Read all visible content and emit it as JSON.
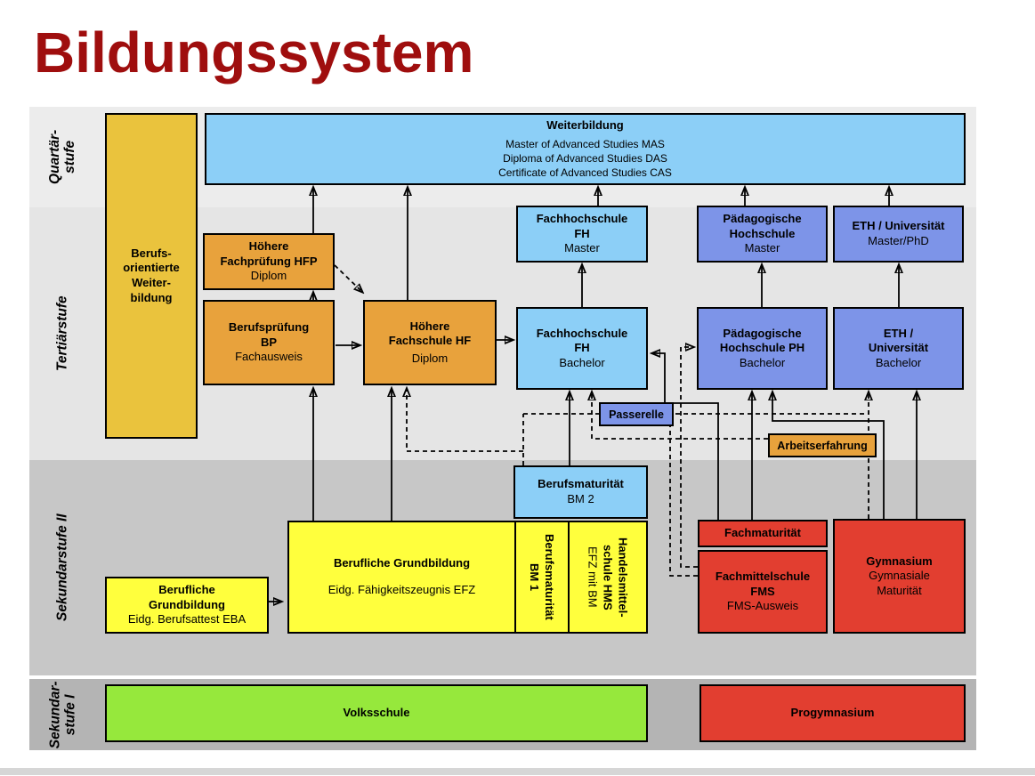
{
  "title": "Bildungssystem",
  "bands": {
    "quartaer": {
      "label_lines": [
        "Quartär-",
        "stufe"
      ]
    },
    "tertiaer": {
      "label_lines": [
        "Tertiärstufe"
      ]
    },
    "sek2": {
      "label_lines": [
        "Sekundarstufe II"
      ]
    },
    "sek1": {
      "label_lines": [
        "Sekundar-",
        "stufe I"
      ]
    }
  },
  "boxes": {
    "weiterbildung": {
      "title": "Weiterbildung",
      "lines": [
        "Master of Advanced Studies MAS",
        "Diploma of Advanced Studies DAS",
        "Certificate of Advanced Studies CAS"
      ]
    },
    "berufsorientierte_weiterbildung": {
      "lines": [
        "Berufs-",
        "orientierte",
        "Weiter-",
        "bildung"
      ]
    },
    "hfp": {
      "title_lines": [
        "Höhere",
        "Fachprüfung HFP"
      ],
      "subtitle": "Diplom"
    },
    "bp": {
      "title_lines": [
        "Berufsprüfung",
        "BP"
      ],
      "subtitle": "Fachausweis"
    },
    "hf": {
      "title_lines": [
        "Höhere",
        "Fachschule HF"
      ],
      "subtitle": "Diplom"
    },
    "fh_master": {
      "title_lines": [
        "Fachhochschule",
        "FH"
      ],
      "subtitle": "Master"
    },
    "fh_bachelor": {
      "title_lines": [
        "Fachhochschule",
        "FH"
      ],
      "subtitle": "Bachelor"
    },
    "ph_master": {
      "title_lines": [
        "Pädagogische",
        "Hochschule"
      ],
      "subtitle": "Master"
    },
    "ph_bachelor": {
      "title_lines": [
        "Pädagogische",
        "Hochschule PH"
      ],
      "subtitle": "Bachelor"
    },
    "eth_master": {
      "title_lines": [
        "ETH / Universität"
      ],
      "subtitle": "Master/PhD"
    },
    "eth_bachelor": {
      "title_lines": [
        "ETH /",
        "Universität"
      ],
      "subtitle": "Bachelor"
    },
    "passerelle": {
      "title": "Passerelle"
    },
    "arbeitserfahrung": {
      "title": "Arbeitserfahrung"
    },
    "bm2": {
      "title": "Berufsmaturität",
      "subtitle": "BM 2"
    },
    "efz": {
      "title": "Berufliche Grundbildung",
      "subtitle": "Eidg. Fähigkeitszeugnis EFZ"
    },
    "bm1_column": {
      "title_lines": [
        "Berufsmaturität",
        "BM 1"
      ]
    },
    "hms_column": {
      "title_lines": [
        "Handelsmittel-",
        "schule HMS"
      ],
      "subtitle": "EFZ mit BM"
    },
    "eba": {
      "title_lines": [
        "Berufliche",
        "Grundbildung"
      ],
      "subtitle": "Eidg. Berufsattest EBA"
    },
    "fachmaturitaet": {
      "title": "Fachmaturität"
    },
    "fms": {
      "title_lines": [
        "Fachmittelschule",
        "FMS"
      ],
      "subtitle": "FMS-Ausweis"
    },
    "gymnasium": {
      "title": "Gymnasium",
      "subtitle_lines": [
        "Gymnasiale",
        "Maturität"
      ]
    },
    "volksschule": {
      "title": "Volksschule"
    },
    "progymnasium": {
      "title": "Progymnasium"
    }
  },
  "colors": {
    "title_red": "#9f0e0e",
    "light_blue": "#8ccff7",
    "purple_blue": "#7d94e8",
    "orange": "#e8a23c",
    "gold": "#eac33d",
    "yellow": "#ffff3d",
    "red": "#e23e30",
    "green": "#96e83c",
    "band_quartaer": "#ececec",
    "band_tertiaer": "#e5e5e5",
    "band_sek2": "#c7c7c7",
    "band_sek1": "#b4b4b4"
  }
}
